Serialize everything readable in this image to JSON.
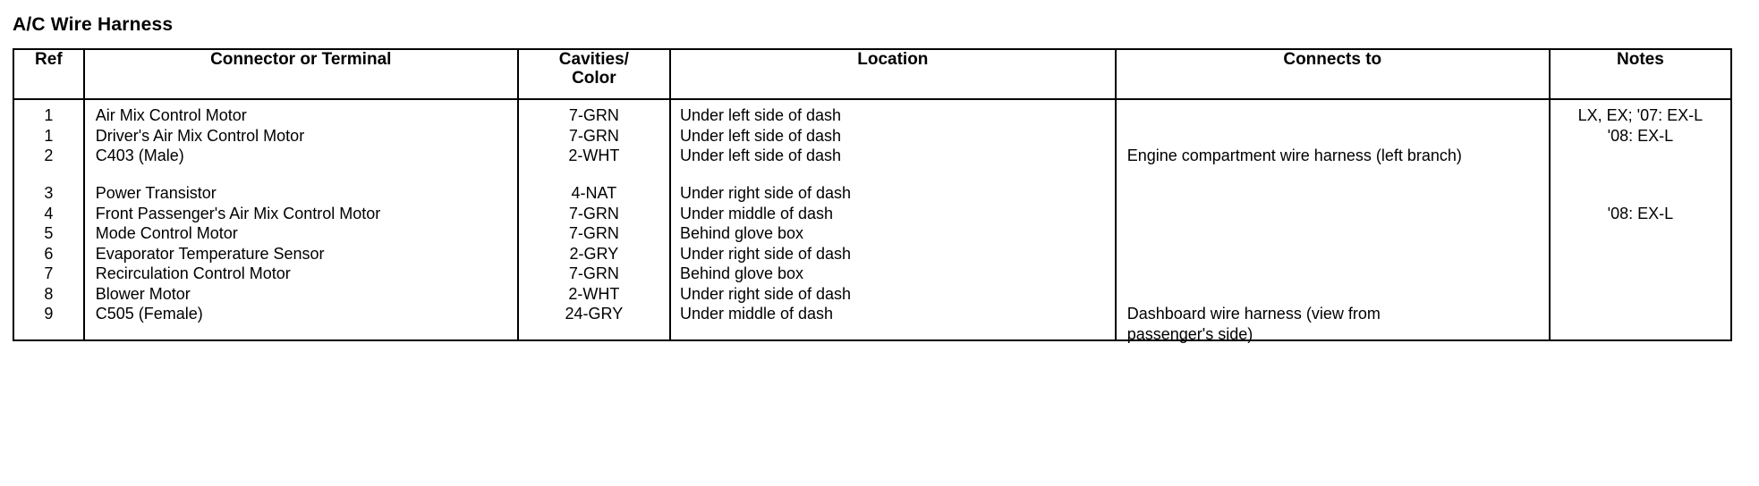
{
  "document": {
    "title": "A/C Wire Harness"
  },
  "table": {
    "headers": {
      "ref": "Ref",
      "connector": "Connector or Terminal",
      "cavities_line1": "Cavities/",
      "cavities_line2": "Color",
      "location": "Location",
      "connects_to": "Connects to",
      "notes": "Notes"
    },
    "rows": [
      {
        "ref": "1",
        "connector": "Air Mix Control Motor",
        "cavities_color": "7-GRN",
        "location": "Under left side of dash",
        "connects_to": "",
        "notes": "LX, EX; '07: EX-L"
      },
      {
        "ref": "1",
        "connector": "Driver's Air Mix Control Motor",
        "cavities_color": "7-GRN",
        "location": "Under left side of dash",
        "connects_to": "",
        "notes": "'08: EX-L"
      },
      {
        "ref": "2",
        "connector": "C403 (Male)",
        "cavities_color": "2-WHT",
        "location": "Under left side of dash",
        "connects_to": "Engine compartment wire harness (left branch)",
        "notes": ""
      },
      {
        "ref": "3",
        "connector": "Power Transistor",
        "cavities_color": "4-NAT",
        "location": "Under right side of dash",
        "connects_to": "",
        "notes": ""
      },
      {
        "ref": "4",
        "connector": "Front Passenger's Air Mix Control Motor",
        "cavities_color": "7-GRN",
        "location": "Under middle of dash",
        "connects_to": "",
        "notes": "'08: EX-L"
      },
      {
        "ref": "5",
        "connector": "Mode Control Motor",
        "cavities_color": "7-GRN",
        "location": "Behind glove box",
        "connects_to": "",
        "notes": ""
      },
      {
        "ref": "6",
        "connector": "Evaporator Temperature Sensor",
        "cavities_color": "2-GRY",
        "location": "Under right side of dash",
        "connects_to": "",
        "notes": ""
      },
      {
        "ref": "7",
        "connector": "Recirculation Control Motor",
        "cavities_color": "7-GRN",
        "location": "Behind glove box",
        "connects_to": "",
        "notes": ""
      },
      {
        "ref": "8",
        "connector": "Blower Motor",
        "cavities_color": "2-WHT",
        "location": "Under right side of dash",
        "connects_to": "",
        "notes": ""
      },
      {
        "ref": "9",
        "connector": "C505 (Female)",
        "cavities_color": "24-GRY",
        "location": "Under middle of dash",
        "connects_to": "Dashboard wire harness (view from",
        "connects_to_line2": "passenger's side)",
        "notes": ""
      }
    ]
  },
  "colors": {
    "text": "#000000",
    "background": "#ffffff",
    "rule": "#000000"
  }
}
